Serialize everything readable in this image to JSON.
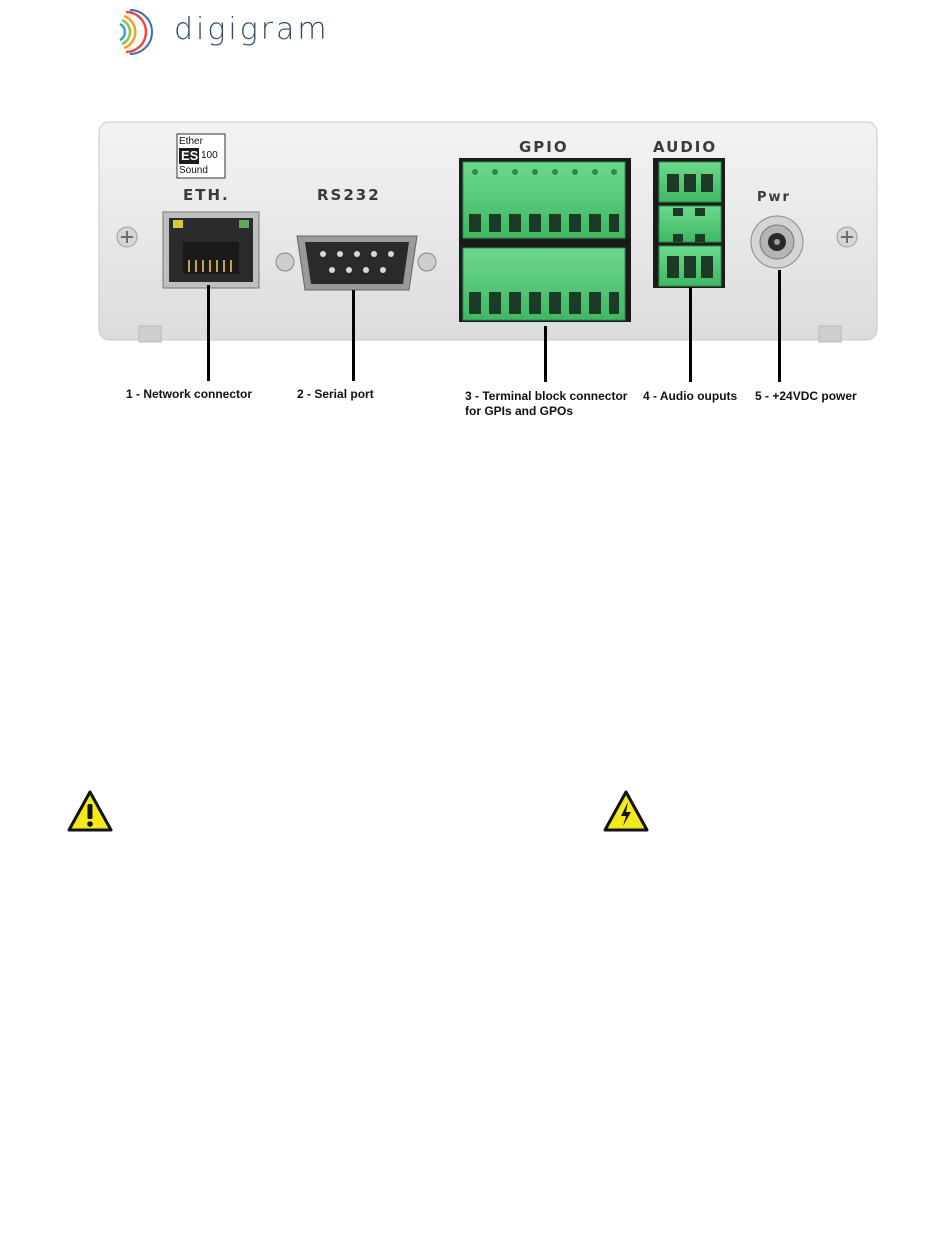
{
  "brand": {
    "name": "digigram"
  },
  "panel": {
    "labels": {
      "eth": "ETH.",
      "rs232": "RS232",
      "gpio": "GPIO",
      "audio": "AUDIO",
      "pwr": "Pwr"
    },
    "ethersound_badge": {
      "top": "Ether",
      "mid": "ES",
      "speed": "100",
      "bottom": "Sound"
    }
  },
  "callouts": [
    {
      "id": "network",
      "lines": [
        "1 - Network connector"
      ]
    },
    {
      "id": "serial",
      "lines": [
        "2 - Serial port"
      ]
    },
    {
      "id": "gpio",
      "lines": [
        "3 - Terminal block connector",
        "for GPIs and GPOs"
      ]
    },
    {
      "id": "audio",
      "lines": [
        "4 - Audio ouputs"
      ]
    },
    {
      "id": "power",
      "lines": [
        "5 - +24VDC power"
      ]
    }
  ],
  "warnings": [
    {
      "icon": "caution-exclamation-icon",
      "color": "#f2ea1b"
    },
    {
      "icon": "high-voltage-icon",
      "color": "#f2ea1b"
    }
  ]
}
